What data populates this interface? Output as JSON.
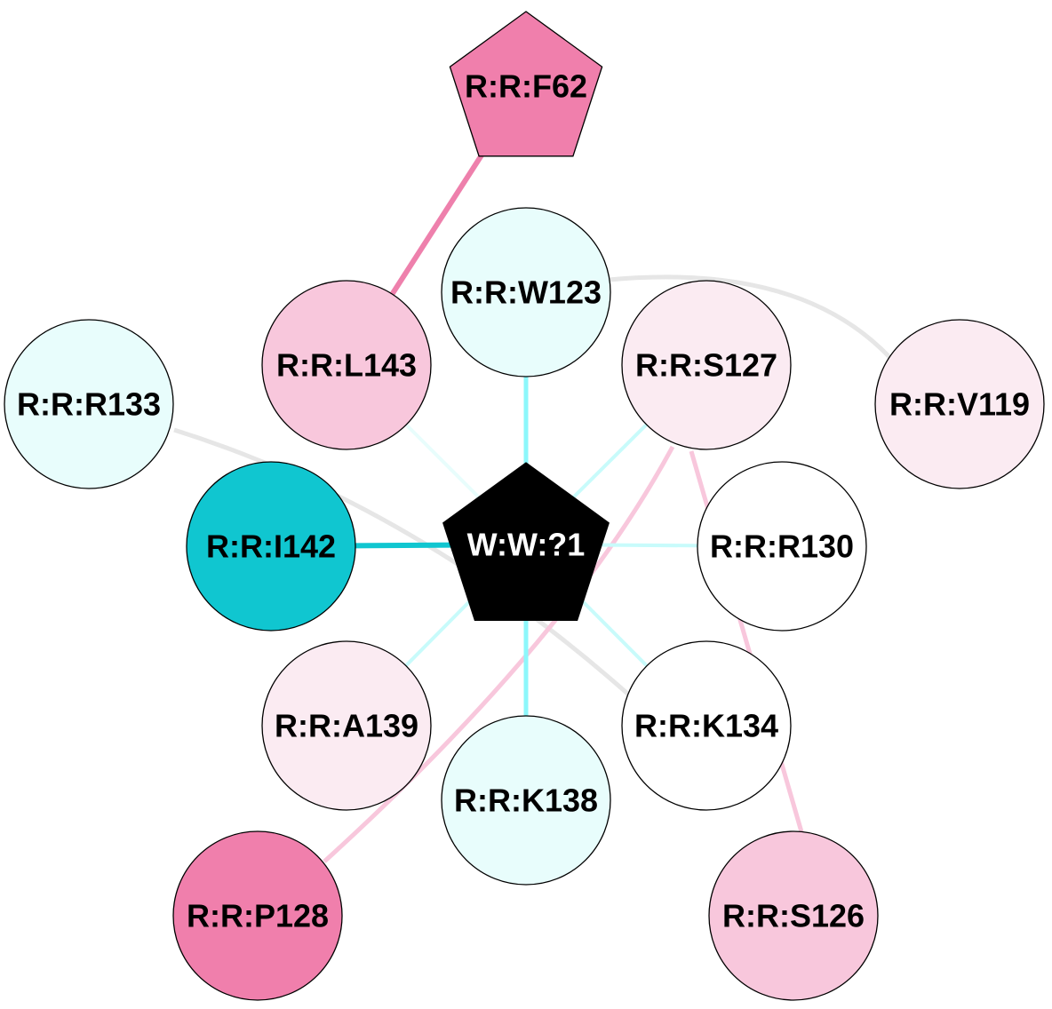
{
  "nodes": [
    {
      "id": "F62",
      "label": "R:R:F62",
      "shape": "pentagon",
      "fill": "#f07fac",
      "text_color": "#000000"
    },
    {
      "id": "W123",
      "label": "R:R:W123",
      "shape": "circle",
      "fill": "#e8fdfc",
      "text_color": "#000000"
    },
    {
      "id": "L143",
      "label": "R:R:L143",
      "shape": "circle",
      "fill": "#f8c7dc",
      "text_color": "#000000"
    },
    {
      "id": "S127",
      "label": "R:R:S127",
      "shape": "circle",
      "fill": "#fbebf2",
      "text_color": "#000000"
    },
    {
      "id": "V119",
      "label": "R:R:V119",
      "shape": "circle",
      "fill": "#fbebf2",
      "text_color": "#000000"
    },
    {
      "id": "R133",
      "label": "R:R:R133",
      "shape": "circle",
      "fill": "#e8fdfc",
      "text_color": "#000000"
    },
    {
      "id": "I142",
      "label": "R:R:I142",
      "shape": "circle",
      "fill": "#10c6d0",
      "text_color": "#000000"
    },
    {
      "id": "W1",
      "label": "W:W:?1",
      "shape": "pentagon",
      "fill": "#000000",
      "text_color": "#ffffff"
    },
    {
      "id": "R130",
      "label": "R:R:R130",
      "shape": "circle",
      "fill": "#ffffff",
      "text_color": "#000000"
    },
    {
      "id": "A139",
      "label": "R:R:A139",
      "shape": "circle",
      "fill": "#fbebf2",
      "text_color": "#000000"
    },
    {
      "id": "K134",
      "label": "R:R:K134",
      "shape": "circle",
      "fill": "#ffffff",
      "text_color": "#000000"
    },
    {
      "id": "K138",
      "label": "R:R:K138",
      "shape": "circle",
      "fill": "#e8fdfc",
      "text_color": "#000000"
    },
    {
      "id": "P128",
      "label": "R:R:P128",
      "shape": "circle",
      "fill": "#f07fac",
      "text_color": "#000000"
    },
    {
      "id": "S126",
      "label": "R:R:S126",
      "shape": "circle",
      "fill": "#f8c7dc",
      "text_color": "#000000"
    }
  ],
  "edges": [
    {
      "from": "F62",
      "to": "L143",
      "color": "#ee80ac",
      "weight": "thick"
    },
    {
      "from": "W123",
      "to": "V119",
      "color": "#e6e6e6",
      "weight": "medium"
    },
    {
      "from": "R133",
      "to": "K134",
      "color": "#e6e6e6",
      "weight": "medium"
    },
    {
      "from": "S127",
      "to": "P128",
      "color": "#f8c7dc",
      "weight": "medium"
    },
    {
      "from": "S127",
      "to": "S126",
      "color": "#f8c7dc",
      "weight": "medium"
    },
    {
      "from": "W1",
      "to": "W123",
      "color": "#8cf7fb",
      "weight": "medium"
    },
    {
      "from": "W1",
      "to": "L143",
      "color": "#e8fdfc",
      "weight": "thin"
    },
    {
      "from": "W1",
      "to": "S127",
      "color": "#c8fbfb",
      "weight": "thin"
    },
    {
      "from": "W1",
      "to": "I142",
      "color": "#10c6d0",
      "weight": "thick"
    },
    {
      "from": "W1",
      "to": "R130",
      "color": "#c8fbfb",
      "weight": "thin"
    },
    {
      "from": "W1",
      "to": "A139",
      "color": "#c8fbfb",
      "weight": "thin"
    },
    {
      "from": "W1",
      "to": "K134",
      "color": "#c8fbfb",
      "weight": "thin"
    },
    {
      "from": "W1",
      "to": "K138",
      "color": "#8cf7fb",
      "weight": "medium"
    }
  ]
}
